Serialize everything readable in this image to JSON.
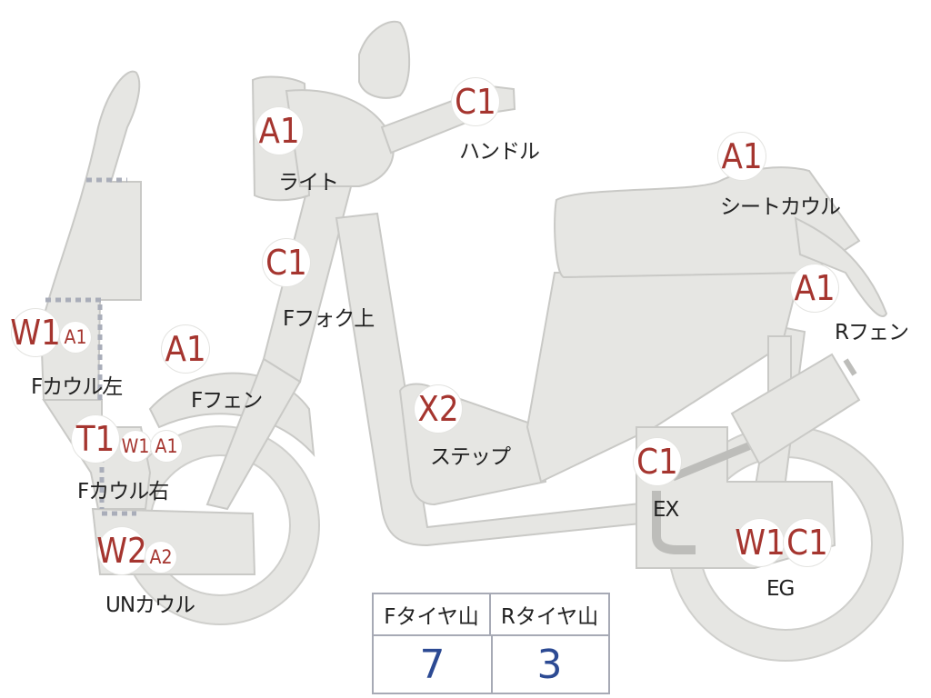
{
  "markers": [
    {
      "id": "light-a1",
      "text": "A1",
      "size": "big"
    },
    {
      "id": "handle-c1",
      "text": "C1",
      "size": "big"
    },
    {
      "id": "seatcowl-a1",
      "text": "A1",
      "size": "big"
    },
    {
      "id": "rfender-a1",
      "text": "A1",
      "size": "big"
    },
    {
      "id": "ffork-c1",
      "text": "C1",
      "size": "big"
    },
    {
      "id": "fcowl-left-w1",
      "text": "W1",
      "size": "big"
    },
    {
      "id": "fcowl-left-a1",
      "text": "A1",
      "size": "sm"
    },
    {
      "id": "ffender-a1",
      "text": "A1",
      "size": "big"
    },
    {
      "id": "step-x2",
      "text": "X2",
      "size": "big"
    },
    {
      "id": "fcowl-right-t1",
      "text": "T1",
      "size": "big"
    },
    {
      "id": "fcowl-right-w1",
      "text": "W1",
      "size": "sm"
    },
    {
      "id": "fcowl-right-a1",
      "text": "A1",
      "size": "sm"
    },
    {
      "id": "ex-c1",
      "text": "C1",
      "size": "big"
    },
    {
      "id": "uncowl-w2",
      "text": "W2",
      "size": "big"
    },
    {
      "id": "uncowl-a2",
      "text": "A2",
      "size": "sm"
    },
    {
      "id": "eg-w1",
      "text": "W1",
      "size": "big"
    },
    {
      "id": "eg-c1",
      "text": "C1",
      "size": "big"
    }
  ],
  "labels": {
    "light": "ライト",
    "handle": "ハンドル",
    "seat_cowl": "シートカウル",
    "r_fender": "Rフェン",
    "f_fork": "Fフォク上",
    "f_cowl_left": "Fカウル左",
    "f_fender": "Fフェン",
    "step": "ステップ",
    "f_cowl_right": "Fカウル右",
    "ex": "EX",
    "un_cowl": "UNカウル",
    "eg": "EG"
  },
  "tire_table": {
    "front_header": "Fタイヤ山",
    "rear_header": "Rタイヤ山",
    "front_value": "7",
    "rear_value": "3"
  },
  "colors": {
    "marker_text": "#a5352f",
    "value_text": "#2c4a93",
    "part_fill": "#e6e6e3",
    "table_border": "#a7aab5"
  }
}
